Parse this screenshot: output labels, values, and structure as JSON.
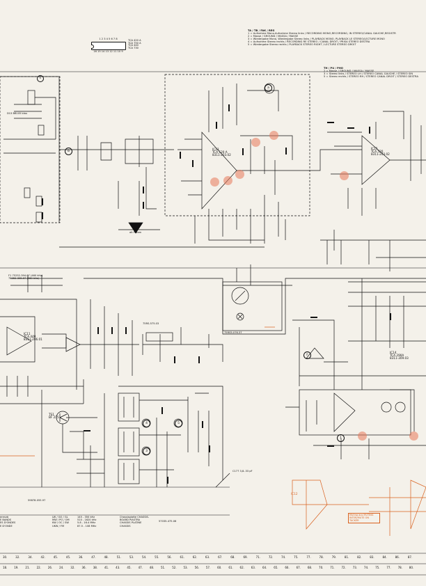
{
  "ic_pin_strip": {
    "top": "1 2 3 4 5 6 7 8",
    "bottom": "16 15 14 13 12 11 10 9"
  },
  "ic_list": [
    "TCA 420 A",
    "TCA 750 A",
    "TCA 440",
    "TCA 730"
  ],
  "legend_header": "TA / TB / FAK / REG",
  "legend": [
    "1 = Aufnahme Mono.Aufnahme Stereo links / RECORDING MONO,RECORDING, IN STEREO/CANAL GAUCHE,REGISTR",
    "2 = Masse / GROUND / MASSA / MASSE",
    "3 = Wiedergabe Mono, Wiedergabe Stereo links / PLAYBACK MONO, PLAYBACK LE STEREO/LECTURE MONO",
    "4 = Aufnahme Stereo rechts / RECORDING RE STEREO / CANAL DROIT / PRISA STEREO DESTRA",
    "5 = Wiedergabe Stereo rechts / PLAYBACK STEREO RIGHT / LECTURE STEREO DROIT"
  ],
  "legend2_header": "TH / PU / PHO",
  "legend2": [
    "2 = Masse / GROUND / MASSA / MASSE",
    "3 = Stereo links / STEREO LH / STEREO CANAL GAUCHE / STEREO SIN",
    "5 = Stereo rechts / STEREO RH / STEREO CANAL DROIT / STEREO DESTRA"
  ],
  "labels": {
    "ic13": "IC13",
    "ic13_type": "TCA 520 A",
    "ic13_code": "8311-203.02",
    "ic15": "IC15",
    "ic15_type": "TCA 520",
    "ic15_code": "8311-203.02",
    "ic14": "IC14",
    "ic14_type": "TCA 290A",
    "ic14_code": "8311-309.03",
    "ic11": "IC11",
    "ic11_type": "TCA 440",
    "ic11_code": "8311-206.01",
    "ic12": "IC12",
    "ts1": "TS1",
    "ts1_type": "BF 215",
    "tr1": "75RS-575.03",
    "f1": "F1 75252-394.07 (460 kHz)",
    "f1b": "75252-395.97 (460 kHz)",
    "d3": "D13 BB105 blau",
    "mute": "Muting aus MUTING INTER/MUTE ON TACKER",
    "pu_note": "alt Pream",
    "rep": "75RS5-076.37",
    "chassis": "Chassisplatte CHASSIS-BOARD PIASTRA CHASSIS PLATINE CHASSIS",
    "chassis_code": "57035-475.06",
    "board_code": "59878-055.97",
    "trim": "C177 3,8..33 pF"
  },
  "wave_bands": [
    {
      "code": "LW / GO / GL",
      "range": "145 - 350 kHz"
    },
    {
      "code": "MW / PO / OM",
      "range": "510 - 1620 kHz"
    },
    {
      "code": "KW / OC / SW",
      "range": "5.8 - 16.4 MHz"
    },
    {
      "code": "UKW / FM",
      "range": "87.5 - 108 MHz"
    }
  ],
  "bands_left": [
    "erenzb",
    "E BANDS",
    "ES D'ONDES",
    "E D'ONDE"
  ],
  "bottom_row1": [
    "30.",
    "32.",
    "34.",
    "42.",
    "45.",
    "45.",
    "36.",
    "47.",
    "48.",
    "51.",
    "53.",
    "54.",
    "55.",
    "56.",
    "61.",
    "62.",
    "63.",
    "67.",
    "68.",
    "69.",
    "71.",
    "72.",
    "74.",
    "75.",
    "77.",
    "78.",
    "79.",
    "81.",
    "82.",
    "83.",
    "84.",
    "86.",
    "87."
  ],
  "bottom_row2": [
    "18.",
    "19.",
    "21.",
    "22.",
    "26.",
    "24.",
    "32.",
    "36.",
    "38.",
    "41.",
    "43.",
    "45.",
    "47.",
    "48.",
    "51.",
    "52.",
    "53.",
    "56.",
    "57.",
    "60.",
    "61.",
    "62.",
    "63.",
    "64.",
    "65.",
    "66.",
    "67.",
    "68.",
    "70.",
    "71.",
    "72.",
    "73.",
    "74.",
    "75.",
    "77.",
    "78.",
    "80."
  ],
  "colors": {
    "ink": "#111111",
    "highlight": "#e8785a",
    "orange_text": "#d9611e",
    "paper": "#f4f1ea"
  }
}
